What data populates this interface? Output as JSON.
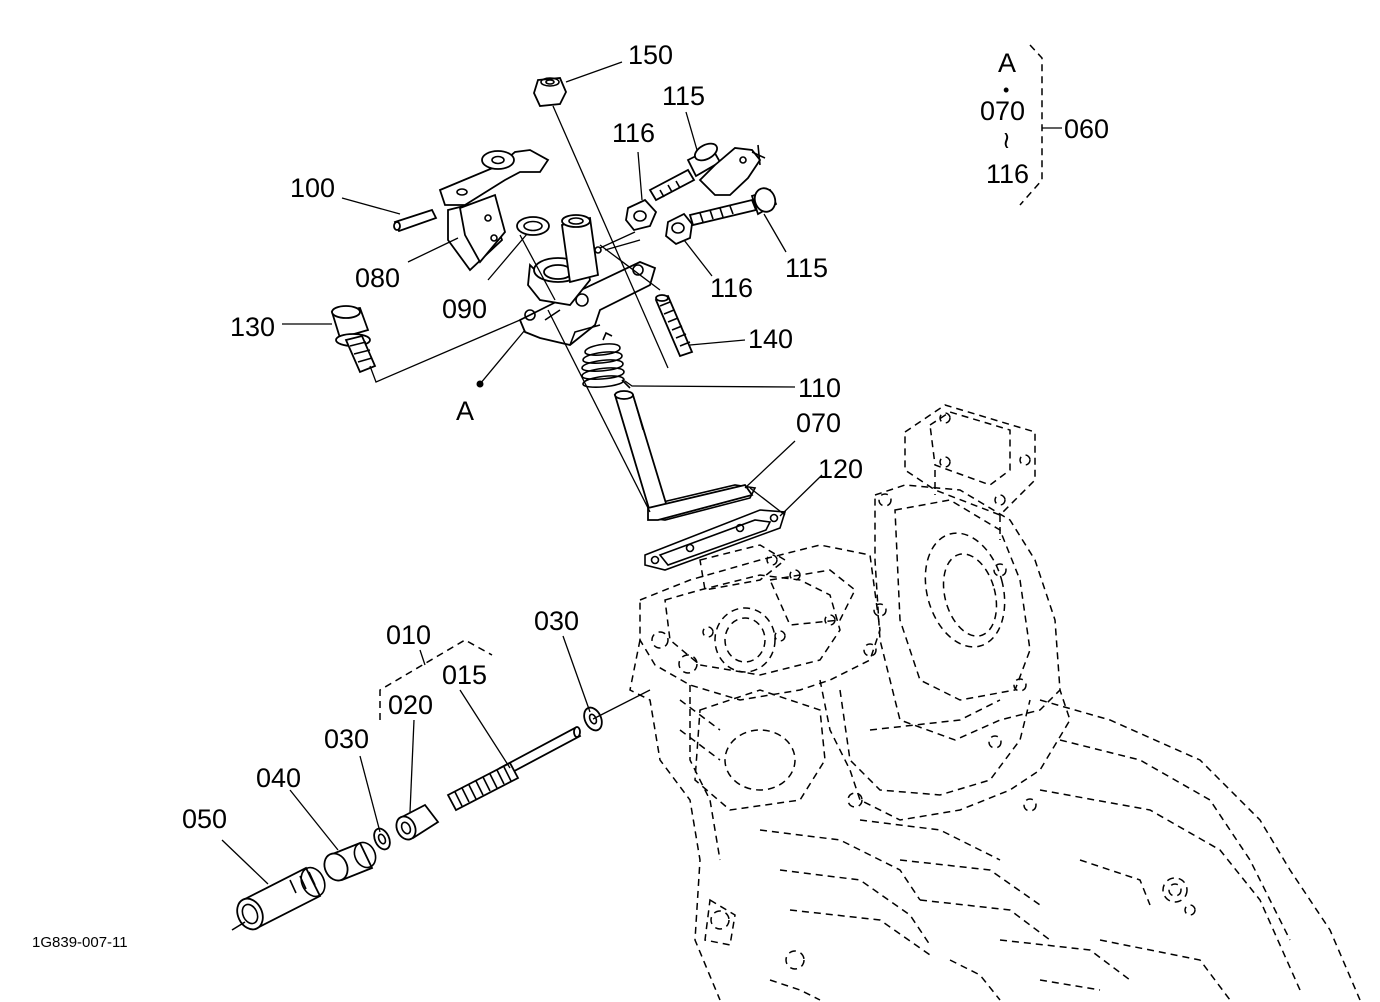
{
  "figure_code": "1G839-007-11",
  "callouts": {
    "c150": "150",
    "c115a": "115",
    "c116a": "116",
    "c100": "100",
    "c080": "080",
    "c090": "090",
    "c115b": "115",
    "c116b": "116",
    "c130": "130",
    "c140": "140",
    "c110": "110",
    "cA": "A",
    "c070": "070",
    "c120": "120",
    "c010": "010",
    "c015": "015",
    "c030a": "030",
    "c020": "020",
    "c030b": "030",
    "c040": "040",
    "c050": "050"
  },
  "legend": {
    "ref": "A",
    "dot": "•",
    "from": "070",
    "range_sign": "≀",
    "to": "116",
    "assembly": "060"
  },
  "colors": {
    "line": "#000000",
    "background": "#ffffff"
  }
}
